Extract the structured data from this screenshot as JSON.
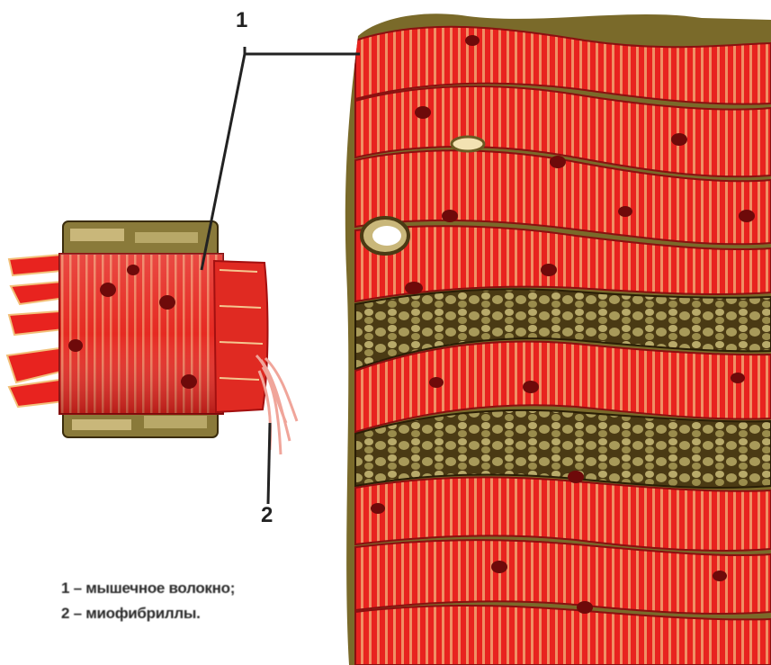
{
  "labels": {
    "callout_1": "1",
    "callout_2": "2"
  },
  "legend": [
    {
      "number": "1",
      "separator": "–",
      "text": "мышечное волокно;"
    },
    {
      "number": "2",
      "separator": "–",
      "text": "миофибриллы."
    }
  ],
  "colors": {
    "fiber_red": "#e8231f",
    "fiber_dark_red": "#b5140f",
    "striation_light": "#f2c07a",
    "connective_tissue": "#8a7a3a",
    "connective_dark": "#4a3a14",
    "nucleus": "#6e0a0a",
    "leader_line": "#222222"
  }
}
